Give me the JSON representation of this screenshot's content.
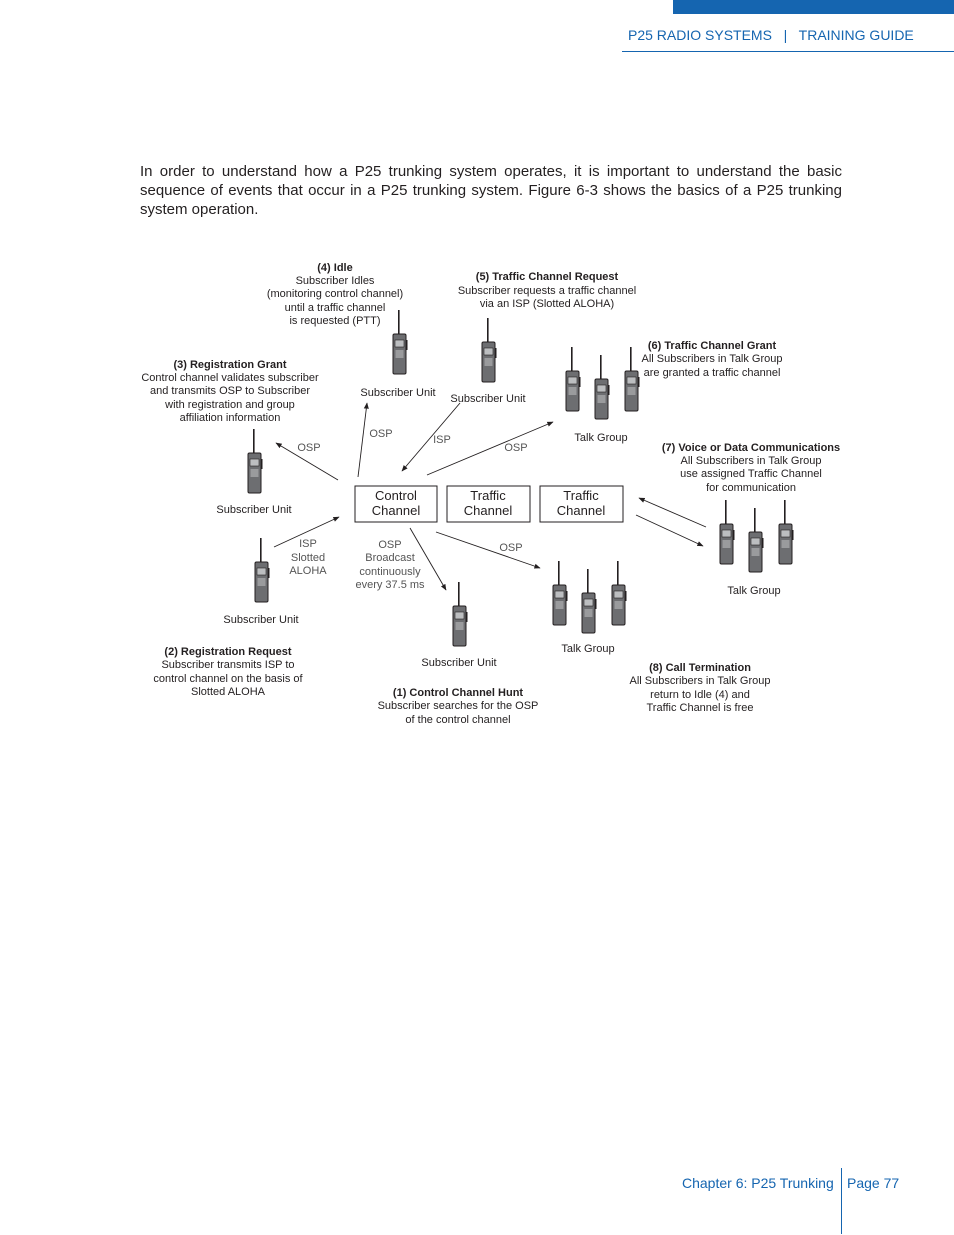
{
  "header": {
    "title": "P25 RADIO SYSTEMS   |   TRAINING GUIDE"
  },
  "intro": "In order to understand how a P25 trunking system operates, it is important to understand the basic sequence of events that occur in a P25 trunking system.  Figure 6-3 shows the basics of a P25 trunking system operation.",
  "diagram": {
    "channels": [
      {
        "line1": "Control",
        "line2": "Channel"
      },
      {
        "line1": "Traffic",
        "line2": "Channel"
      },
      {
        "line1": "Traffic",
        "line2": "Channel"
      }
    ],
    "steps": [
      {
        "title": "(1) Control Channel Hunt",
        "lines": [
          "Subscriber searches for the OSP",
          "of the control channel"
        ]
      },
      {
        "title": "(2) Registration Request",
        "lines": [
          "Subscriber transmits ISP to",
          "control channel on the basis of",
          "Slotted ALOHA"
        ]
      },
      {
        "title": "(3) Registration Grant",
        "lines": [
          "Control channel validates subscriber",
          "and transmits OSP to Subscriber",
          "with registration and group",
          "affiliation information"
        ]
      },
      {
        "title": "(4) Idle",
        "lines": [
          "Subscriber Idles",
          "(monitoring control channel)",
          "until a traffic channel",
          "is requested (PTT)"
        ]
      },
      {
        "title": "(5) Traffic Channel Request",
        "lines": [
          "Subscriber requests a traffic channel",
          "via an ISP (Slotted ALOHA)"
        ]
      },
      {
        "title": "(6) Traffic Channel Grant",
        "lines": [
          "All Subscribers in Talk Group",
          "are granted a traffic channel"
        ]
      },
      {
        "title": "(7) Voice or Data Communications",
        "lines": [
          "All Subscribers in Talk Group",
          "use assigned Traffic Channel",
          "for communication"
        ]
      },
      {
        "title": "(8) Call Termination",
        "lines": [
          "All Subscribers in Talk Group",
          "return to Idle (4) and",
          "Traffic Channel is free"
        ]
      }
    ],
    "unit_labels": {
      "subscriber_unit": "Subscriber Unit",
      "talk_group": "Talk Group"
    },
    "arrow_labels": {
      "osp": "OSP",
      "isp": "ISP",
      "isp_slotted_aloha": [
        "ISP",
        "Slotted",
        "ALOHA"
      ],
      "osp_broadcast": [
        "OSP",
        "Broadcast",
        "continuously",
        "every 37.5 ms"
      ]
    }
  },
  "footer": {
    "chapter": "Chapter 6: P25 Trunking",
    "page": "Page 77"
  },
  "colors": {
    "accent": "#1565b0",
    "text": "#231f20",
    "radio": "#6d6e71"
  }
}
